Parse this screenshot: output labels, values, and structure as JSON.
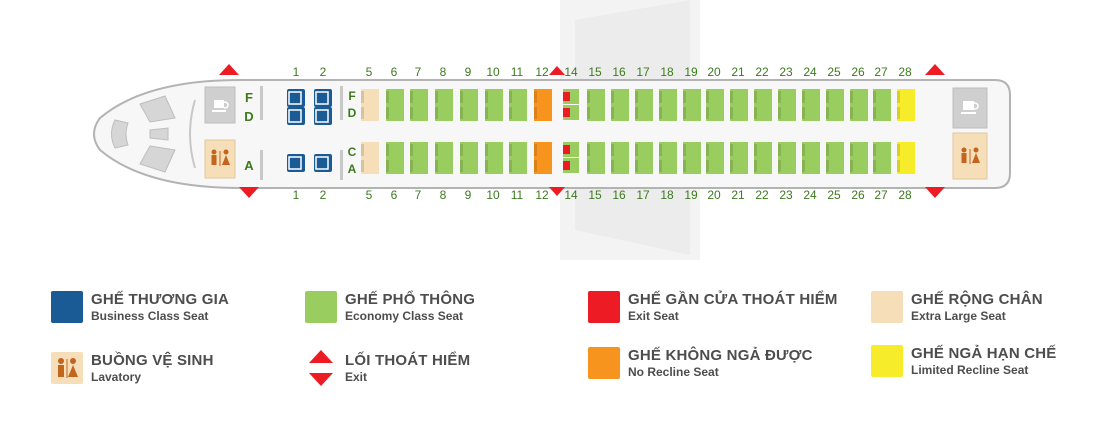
{
  "colors": {
    "business": "#1a5b96",
    "economy": "#9acd5f",
    "exit_seat": "#ed1c24",
    "extra_large": "#f6dfb8",
    "no_recline": "#f7941d",
    "limited_recline": "#f7ec2a",
    "exit_arrow": "#ed1c24",
    "label_green": "#3d7a1e"
  },
  "seat_map": {
    "rows_top": [
      "1",
      "2",
      "5",
      "6",
      "7",
      "8",
      "9",
      "10",
      "11",
      "12",
      "14",
      "15",
      "16",
      "17",
      "18",
      "19",
      "20",
      "21",
      "22",
      "23",
      "24",
      "25",
      "26",
      "27",
      "28"
    ],
    "rows_bottom": [
      "1",
      "2",
      "5",
      "6",
      "7",
      "8",
      "9",
      "10",
      "11",
      "12",
      "14",
      "15",
      "16",
      "17",
      "18",
      "19",
      "20",
      "21",
      "22",
      "23",
      "24",
      "25",
      "26",
      "27",
      "28"
    ],
    "business_letters": {
      "top": [
        "F",
        "D"
      ],
      "bottom": [
        "A"
      ]
    },
    "economy_letters": {
      "top": [
        "F",
        "D"
      ],
      "bottom": [
        "C",
        "A"
      ]
    },
    "seat_types": {
      "1": "business",
      "2": "business",
      "5": "extra_large",
      "6": "economy",
      "7": "economy",
      "8": "economy",
      "9": "economy",
      "10": "economy",
      "11": "economy",
      "12": "no_recline",
      "14": "exit_seat",
      "15": "economy",
      "16": "economy",
      "17": "economy",
      "18": "economy",
      "19": "economy",
      "20": "economy",
      "21": "economy",
      "22": "economy",
      "23": "economy",
      "24": "economy",
      "25": "economy",
      "26": "economy",
      "27": "economy",
      "28": "limited_recline"
    },
    "facilities": [
      "galley-front",
      "lavatory-front",
      "galley-rear",
      "lavatory-rear"
    ]
  },
  "legend": [
    {
      "key": "business",
      "vi": "GHẾ THƯƠNG GIA",
      "en": "Business Class Seat",
      "icon": "square-swatch"
    },
    {
      "key": "economy",
      "vi": "GHẾ PHỔ THÔNG",
      "en": "Economy Class Seat",
      "icon": "square-swatch"
    },
    {
      "key": "exit_seat",
      "vi": "GHẾ GẦN CỬA THOÁT HIỂM",
      "en": "Exit Seat",
      "icon": "square-swatch"
    },
    {
      "key": "extra_large",
      "vi": "GHẾ RỘNG CHÂN",
      "en": "Extra Large Seat",
      "icon": "square-swatch"
    },
    {
      "key": "lavatory",
      "vi": "BUỒNG VỆ SINH",
      "en": "Lavatory",
      "icon": "lavatory-icon"
    },
    {
      "key": "exit",
      "vi": "LỐI THOÁT HIỂM",
      "en": "Exit",
      "icon": "exit-arrows-icon"
    },
    {
      "key": "no_recline",
      "vi": "GHẾ KHÔNG NGẢ ĐƯỢC",
      "en": "No Recline Seat",
      "icon": "square-swatch"
    },
    {
      "key": "limited_recline",
      "vi": "GHẾ NGẢ HẠN CHẾ",
      "en": "Limited Recline Seat",
      "icon": "square-swatch"
    }
  ]
}
